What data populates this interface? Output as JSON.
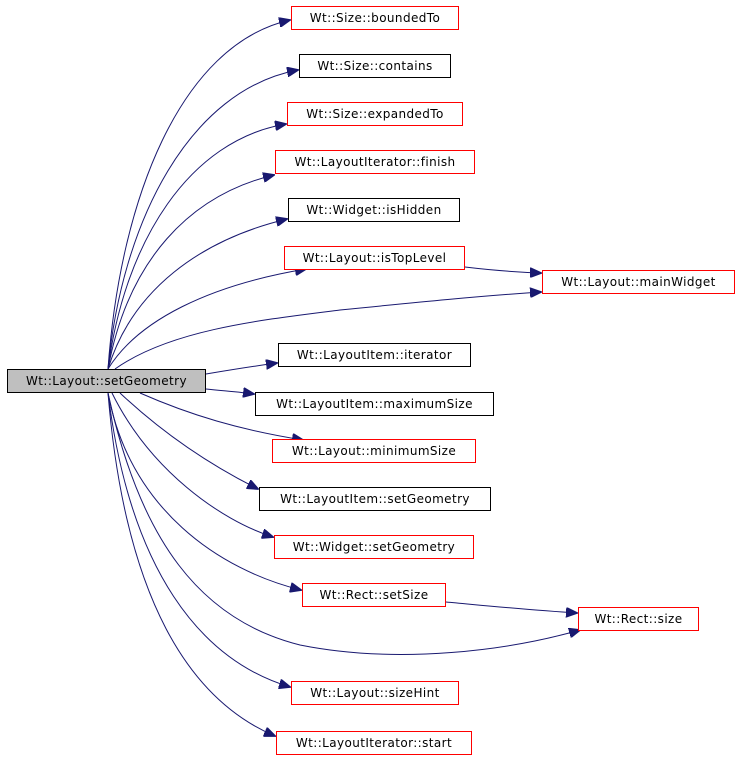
{
  "graph": {
    "root": "Wt::Layout::setGeometry",
    "nodes": [
      {
        "id": "boundedTo",
        "label": "Wt::Size::boundedTo",
        "border": "red"
      },
      {
        "id": "contains",
        "label": "Wt::Size::contains",
        "border": "black"
      },
      {
        "id": "expandedTo",
        "label": "Wt::Size::expandedTo",
        "border": "red"
      },
      {
        "id": "finish",
        "label": "Wt::LayoutIterator::finish",
        "border": "red"
      },
      {
        "id": "isHidden",
        "label": "Wt::Widget::isHidden",
        "border": "black"
      },
      {
        "id": "isTopLevel",
        "label": "Wt::Layout::isTopLevel",
        "border": "red"
      },
      {
        "id": "mainWidget",
        "label": "Wt::Layout::mainWidget",
        "border": "red"
      },
      {
        "id": "iterator",
        "label": "Wt::LayoutItem::iterator",
        "border": "black"
      },
      {
        "id": "maximumSize",
        "label": "Wt::LayoutItem::maximumSize",
        "border": "black"
      },
      {
        "id": "minimumSize",
        "label": "Wt::Layout::minimumSize",
        "border": "red"
      },
      {
        "id": "itemSetGeometry",
        "label": "Wt::LayoutItem::setGeometry",
        "border": "black"
      },
      {
        "id": "widgetSetGeometry",
        "label": "Wt::Widget::setGeometry",
        "border": "red"
      },
      {
        "id": "setSize",
        "label": "Wt::Rect::setSize",
        "border": "red"
      },
      {
        "id": "size",
        "label": "Wt::Rect::size",
        "border": "red"
      },
      {
        "id": "sizeHint",
        "label": "Wt::Layout::sizeHint",
        "border": "red"
      },
      {
        "id": "start",
        "label": "Wt::LayoutIterator::start",
        "border": "red"
      }
    ],
    "edges": [
      [
        "root",
        "boundedTo"
      ],
      [
        "root",
        "contains"
      ],
      [
        "root",
        "expandedTo"
      ],
      [
        "root",
        "finish"
      ],
      [
        "root",
        "isHidden"
      ],
      [
        "root",
        "isTopLevel"
      ],
      [
        "isTopLevel",
        "mainWidget"
      ],
      [
        "root",
        "mainWidget"
      ],
      [
        "root",
        "iterator"
      ],
      [
        "root",
        "maximumSize"
      ],
      [
        "root",
        "minimumSize"
      ],
      [
        "root",
        "itemSetGeometry"
      ],
      [
        "root",
        "widgetSetGeometry"
      ],
      [
        "root",
        "setSize"
      ],
      [
        "setSize",
        "size"
      ],
      [
        "root",
        "size"
      ],
      [
        "root",
        "sizeHint"
      ],
      [
        "root",
        "start"
      ]
    ]
  },
  "colors": {
    "edge": "#191970",
    "red_border": "#ff0000",
    "black_border": "#000000",
    "root_fill": "#bfbfbf"
  }
}
